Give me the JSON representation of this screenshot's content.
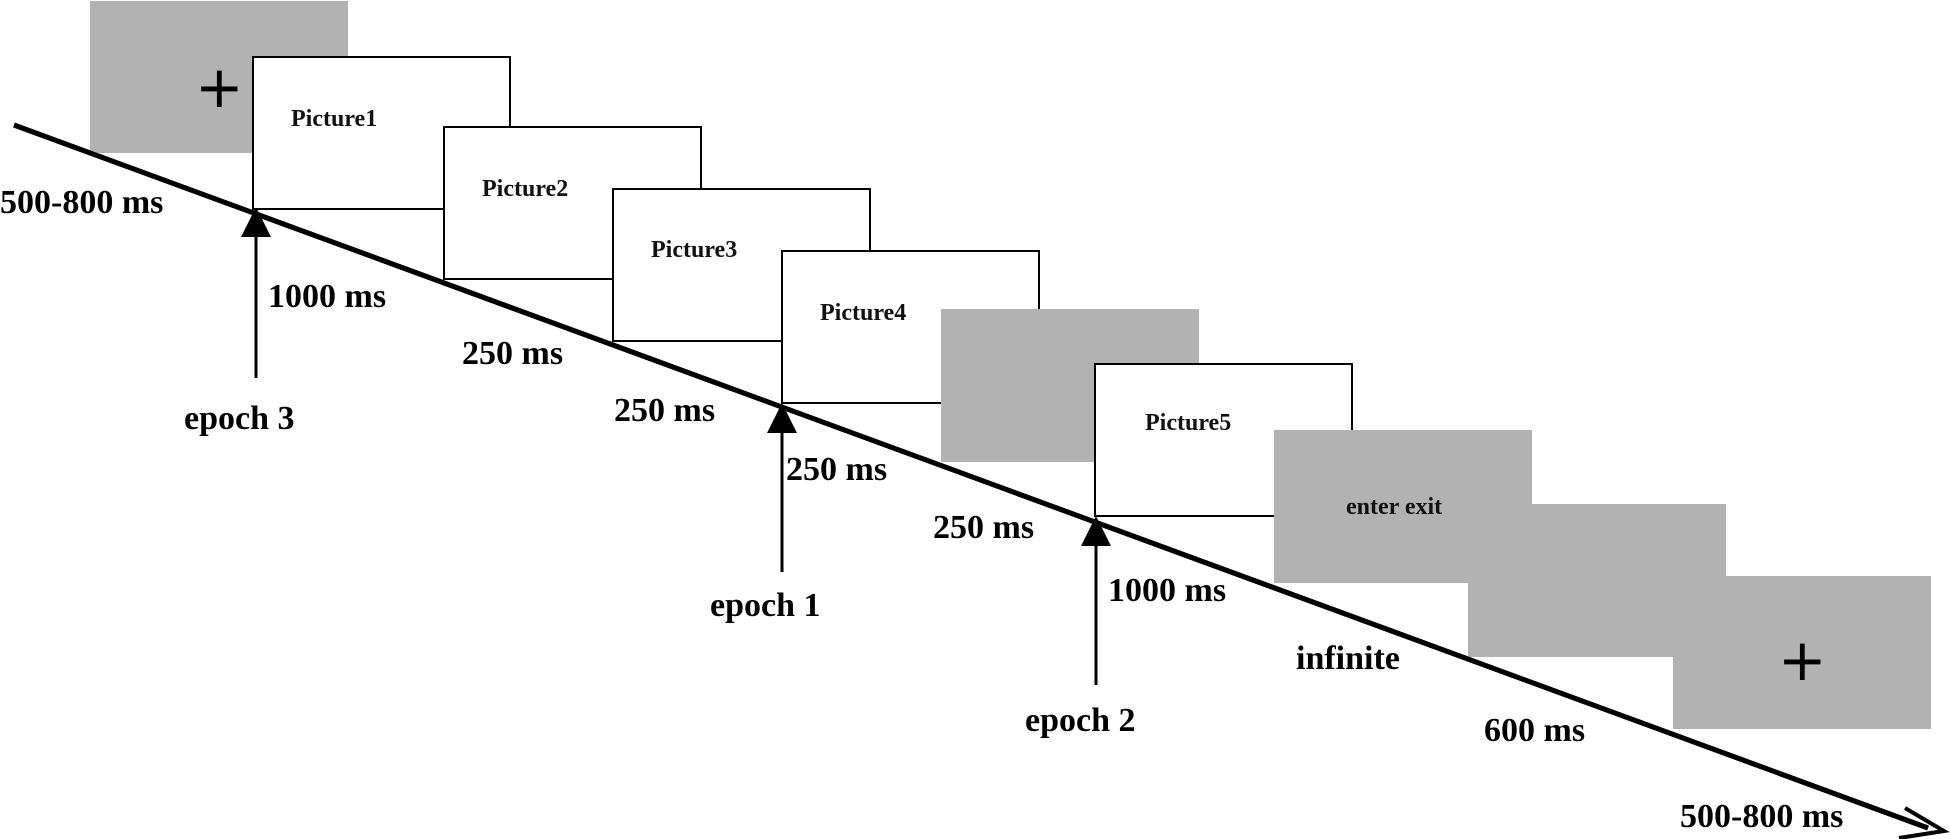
{
  "screens": [
    {
      "id": "fixation-start",
      "kind": "fixation",
      "symbol": "+"
    },
    {
      "id": "picture1",
      "kind": "picture",
      "label": "Picture1"
    },
    {
      "id": "picture2",
      "kind": "picture",
      "label": "Picture2"
    },
    {
      "id": "picture3",
      "kind": "picture",
      "label": "Picture3"
    },
    {
      "id": "picture4",
      "kind": "picture",
      "label": "Picture4"
    },
    {
      "id": "blank",
      "kind": "blank"
    },
    {
      "id": "picture5",
      "kind": "picture",
      "label": "Picture5"
    },
    {
      "id": "response",
      "kind": "response",
      "label": "enter exit"
    },
    {
      "id": "feedback-blank",
      "kind": "blank"
    },
    {
      "id": "fixation-end",
      "kind": "fixation",
      "symbol": "+"
    }
  ],
  "durations": [
    "500-800 ms",
    "1000 ms",
    "250 ms",
    "250 ms",
    "250 ms",
    "250 ms",
    "1000 ms",
    "infinite",
    "600 ms",
    "500-800 ms"
  ],
  "epochs": [
    "epoch 3",
    "epoch 1",
    "epoch 2"
  ],
  "colors": {
    "screen_gray": "#b2b2b2",
    "line": "#000000",
    "picture_fill": "#ffffff"
  }
}
